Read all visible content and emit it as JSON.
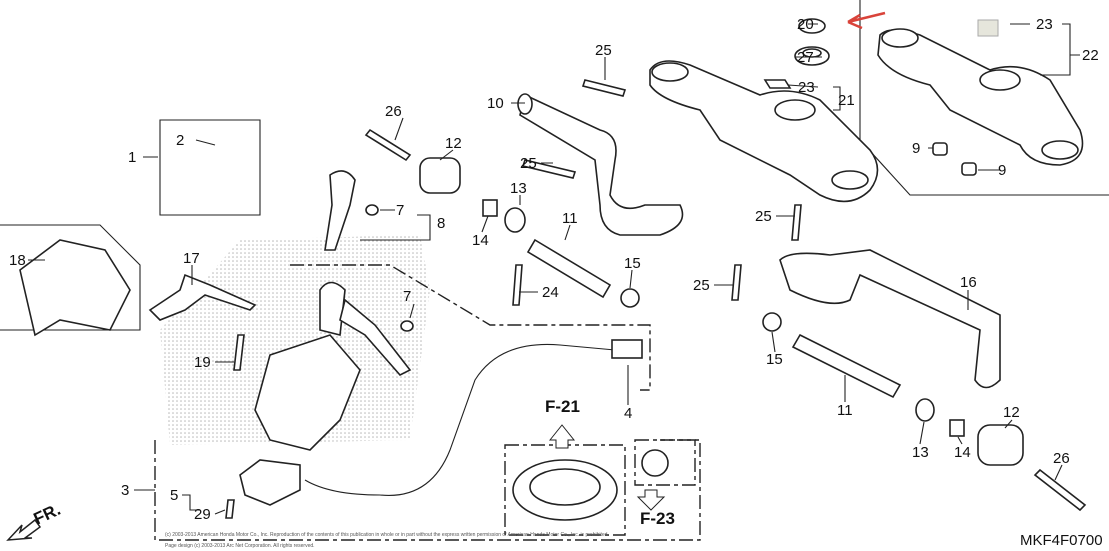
{
  "diagram": {
    "callouts": [
      "1",
      "2",
      "26",
      "12",
      "25",
      "10",
      "25",
      "20",
      "27",
      "23",
      "21",
      "23",
      "22",
      "9",
      "9",
      "7",
      "8",
      "13",
      "14",
      "11",
      "15",
      "25",
      "24",
      "18",
      "17",
      "7",
      "19",
      "16",
      "25",
      "15",
      "11",
      "4",
      "3",
      "5",
      "29",
      "13",
      "14",
      "12",
      "26"
    ],
    "ref_f21": "F-21",
    "ref_f23": "F-23",
    "front_label": "FR.",
    "diagram_code": "MKF4F0700",
    "copyright_line1": "(c) 2003-2013 American Honda Motor Co., Inc. Reproduction of the contents of this publication in whole or in part without the express written permission of American Honda Motor Co., Inc. is prohibited.",
    "copyright_line2": "Page design (c) 2003-2013 Arc Net Corporation. All rights reserved.",
    "arrow_color": "#d9433a"
  }
}
